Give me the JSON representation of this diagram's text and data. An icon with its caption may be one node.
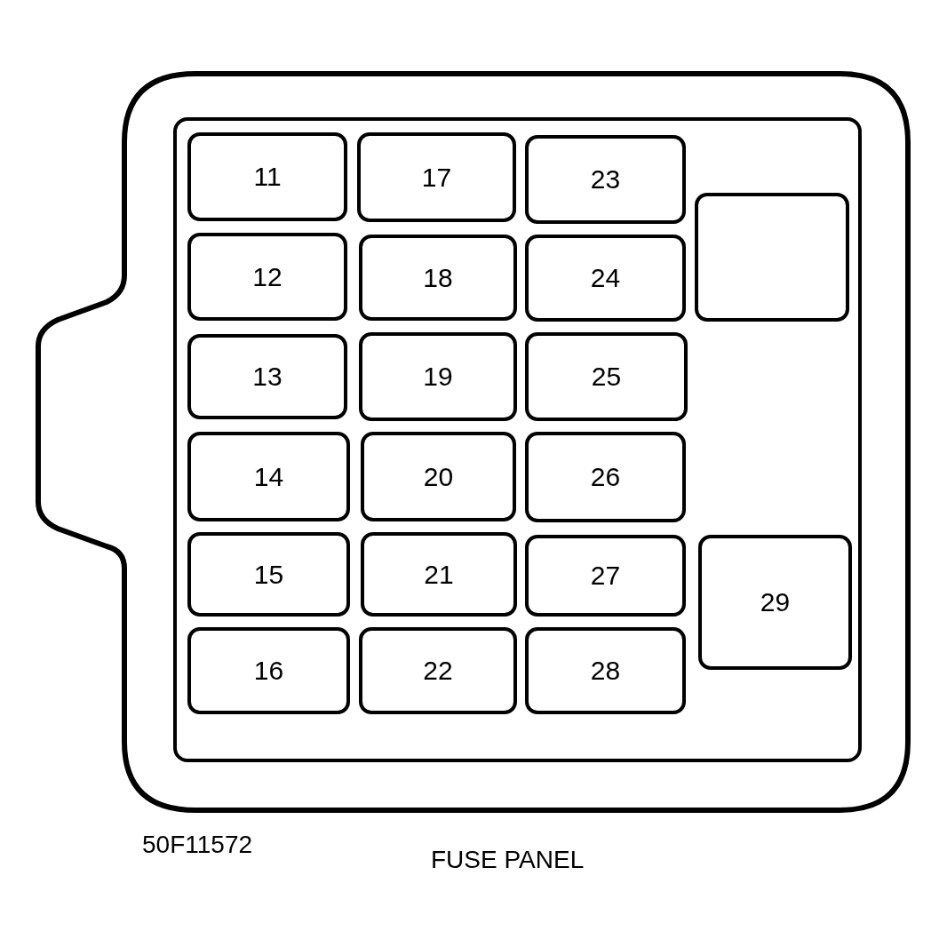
{
  "diagram": {
    "caption": "FUSE PANEL",
    "nodes": [
      {
        "text": [],
        "shape": "box"
      },
      {
        "text": [],
        "shape": "box",
        "in": 0
      },
      {
        "text": [
          "11"
        ],
        "in": 1
      },
      {
        "text": [
          "12"
        ],
        "in": 1
      },
      {
        "text": [
          "13"
        ],
        "in": 1
      },
      {
        "text": [
          "14"
        ],
        "in": 1
      },
      {
        "text": [
          "15"
        ],
        "in": 1
      },
      {
        "text": [
          "16"
        ],
        "in": 1
      },
      {
        "text": [
          "17"
        ],
        "in": 1
      },
      {
        "text": [
          "18"
        ],
        "in": 1
      },
      {
        "text": [
          "19"
        ],
        "in": 1
      },
      {
        "text": [
          "20"
        ],
        "in": 1
      },
      {
        "text": [
          "21"
        ],
        "in": 1
      },
      {
        "text": [
          "22"
        ],
        "in": 1
      },
      {
        "text": [
          "23"
        ],
        "in": 1
      },
      {
        "text": [],
        "shape": "box",
        "in": 1
      },
      {
        "text": [
          "24"
        ],
        "in": 1
      },
      {
        "text": [
          "25"
        ],
        "in": 1
      },
      {
        "text": [
          "26"
        ],
        "in": 1
      },
      {
        "text": [
          "27"
        ],
        "in": 1
      },
      {
        "text": [
          "28"
        ],
        "in": 1
      },
      {
        "text": [
          "29"
        ],
        "in": 1
      }
    ],
    "edges": [],
    "labels": [
      "50F11572"
    ]
  }
}
